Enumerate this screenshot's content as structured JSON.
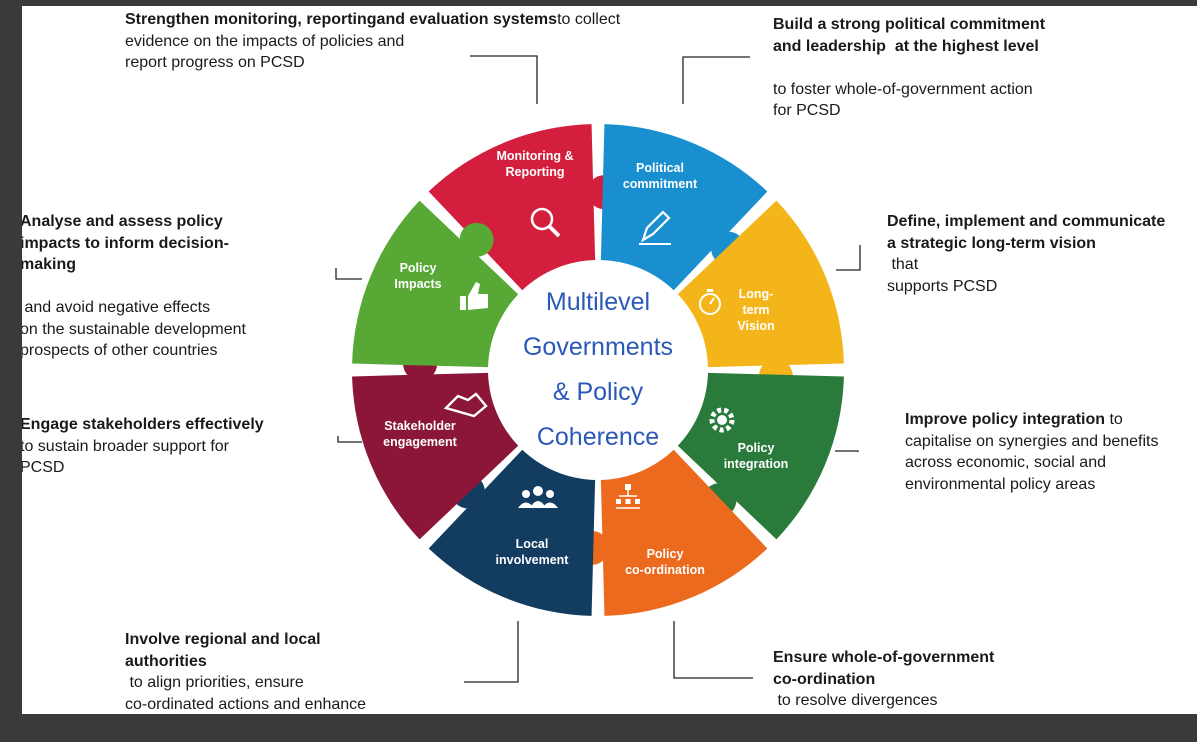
{
  "center": {
    "lines": [
      "Multilevel",
      "Governments",
      "& Policy",
      "Coherence"
    ]
  },
  "segments": [
    {
      "key": "monitoring",
      "label_lines": [
        "Monitoring &",
        "Reporting"
      ],
      "color": "#d41e3d",
      "icon": "magnifier-icon"
    },
    {
      "key": "political",
      "label_lines": [
        "Political",
        "commitment"
      ],
      "color": "#1a8fd0",
      "icon": "pen-icon"
    },
    {
      "key": "vision",
      "label_lines": [
        "Long-",
        "term",
        "Vision"
      ],
      "color": "#f4b51b",
      "icon": "stopwatch-icon"
    },
    {
      "key": "integration",
      "label_lines": [
        "Policy",
        "integration"
      ],
      "color": "#2a7a3c",
      "icon": "gear-icon"
    },
    {
      "key": "coordination",
      "label_lines": [
        "Policy",
        "co-ordination"
      ],
      "color": "#ec6a1d",
      "icon": "hierarchy-icon"
    },
    {
      "key": "local",
      "label_lines": [
        "Local",
        "involvement"
      ],
      "color": "#133c61",
      "icon": "people-icon"
    },
    {
      "key": "stakeholder",
      "label_lines": [
        "Stakeholder",
        "engagement"
      ],
      "color": "#8b1638",
      "icon": "handshake-icon"
    },
    {
      "key": "impacts",
      "label_lines": [
        "Policy",
        "Impacts"
      ],
      "color": "#58a836",
      "icon": "thumbs-up-icon"
    }
  ],
  "descriptions": {
    "monitoring": {
      "bold": "Strengthen monitoring, reporting and evaluation systems",
      "rest": " to collect evidence on the impacts of policies and report progress on PCSD"
    },
    "political": {
      "bold": "Build a strong political commitment and leadership  at the highest level",
      "rest": " to foster whole-of-government action for PCSD"
    },
    "vision": {
      "bold": "Define, implement and communicate a strategic long-term vision",
      "rest": " that supports PCSD"
    },
    "impacts": {
      "bold": "Analyse and assess policy impacts to inform decision-making",
      "rest": " and avoid negative effects on the sustainable development prospects of other countries"
    },
    "stakeholder": {
      "bold": "Engage stakeholders effectively",
      "rest": " to sustain broader support for PCSD"
    },
    "integration": {
      "bold": "Improve policy integration",
      "rest": " to capitalise on synergies and benefits across economic, social and environmental policy areas"
    },
    "local": {
      "bold": "Involve regional and local authorities",
      "rest": " to align priorities, ensure co-ordinated actions and enhance coherence across levels of government"
    },
    "coordination": {
      "bold": "Ensure whole-of-government co-ordination",
      "rest": " to resolve divergences between sectoral priorities and policies"
    }
  }
}
